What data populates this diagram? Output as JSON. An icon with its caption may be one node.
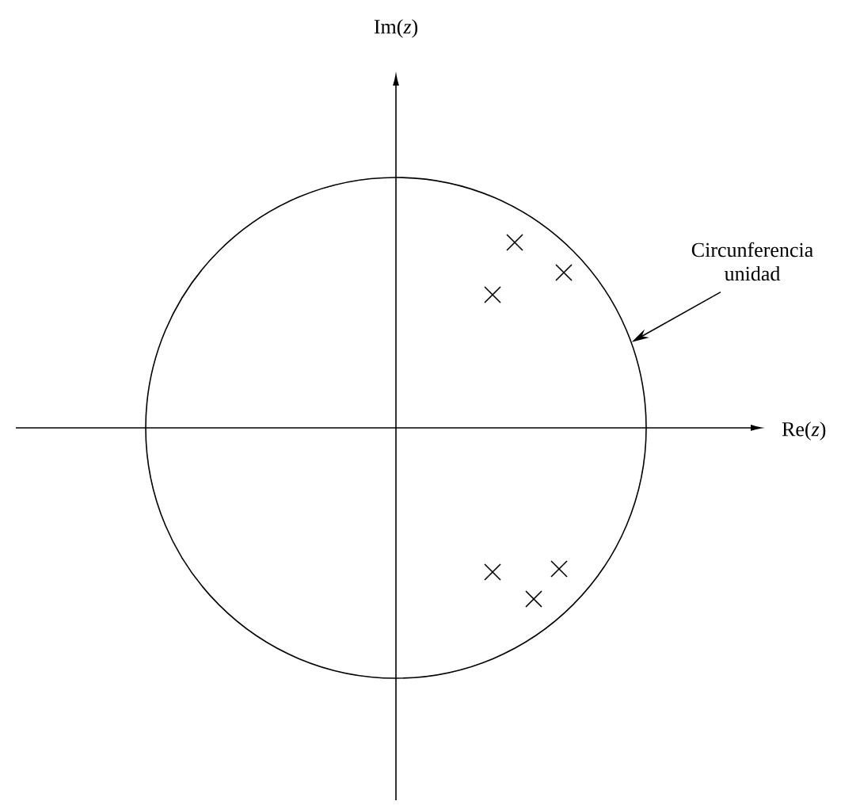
{
  "diagram": {
    "nodes": [
      {
        "text": [
          "Circunferencia unidad"
        ]
      },
      {
        "text": [],
        "shape": "circle"
      }
    ],
    "edges": [
      {
        "from": 0,
        "to": 1,
        "arrow": "to"
      }
    ],
    "labels": [
      "Im(*z*)",
      "Re(*z*)"
    ]
  }
}
